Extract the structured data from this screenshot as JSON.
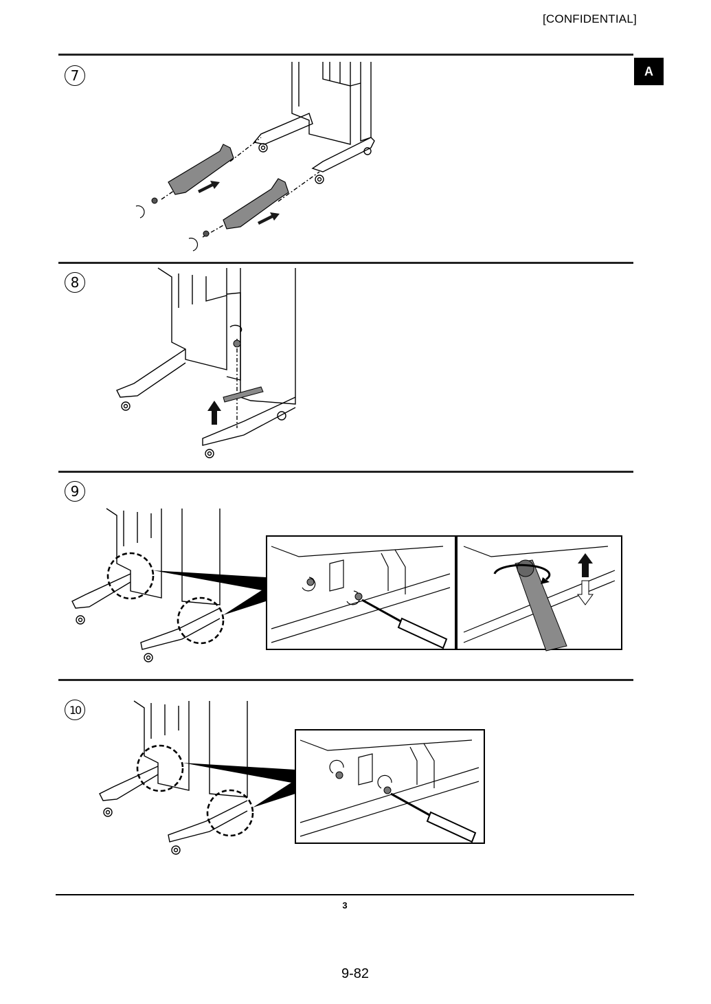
{
  "header": {
    "confidential": "[CONFIDENTIAL]",
    "tab": "A"
  },
  "steps": [
    {
      "number": "7"
    },
    {
      "number": "8"
    },
    {
      "number": "9"
    },
    {
      "number": "10"
    }
  ],
  "footer": {
    "section_number": "3",
    "page_number": "9-82"
  },
  "colors": {
    "line": "#000000",
    "part_fill": "#8a8a8a",
    "part_dark": "#5c5c5c",
    "frame": "#ffffff"
  }
}
